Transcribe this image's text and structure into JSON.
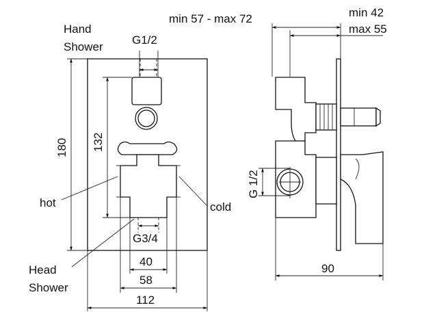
{
  "front_view": {
    "labels": {
      "hand_shower_line1": "Hand",
      "hand_shower_line2": "Shower",
      "g_half": "G1/2",
      "height": "180",
      "inner_height": "132",
      "hot": "hot",
      "cold": "cold",
      "g_three_quarter": "G3/4",
      "head_shower_line1": "Head",
      "head_shower_line2": "Shower",
      "width_40": "40",
      "width_58": "58",
      "width_112": "112"
    }
  },
  "side_view": {
    "labels": {
      "depth_range": "min 57 - max 72",
      "min_42": "min 42",
      "max_55": "max 55",
      "g_half_vertical": "G 1/2",
      "depth_90": "90"
    }
  }
}
